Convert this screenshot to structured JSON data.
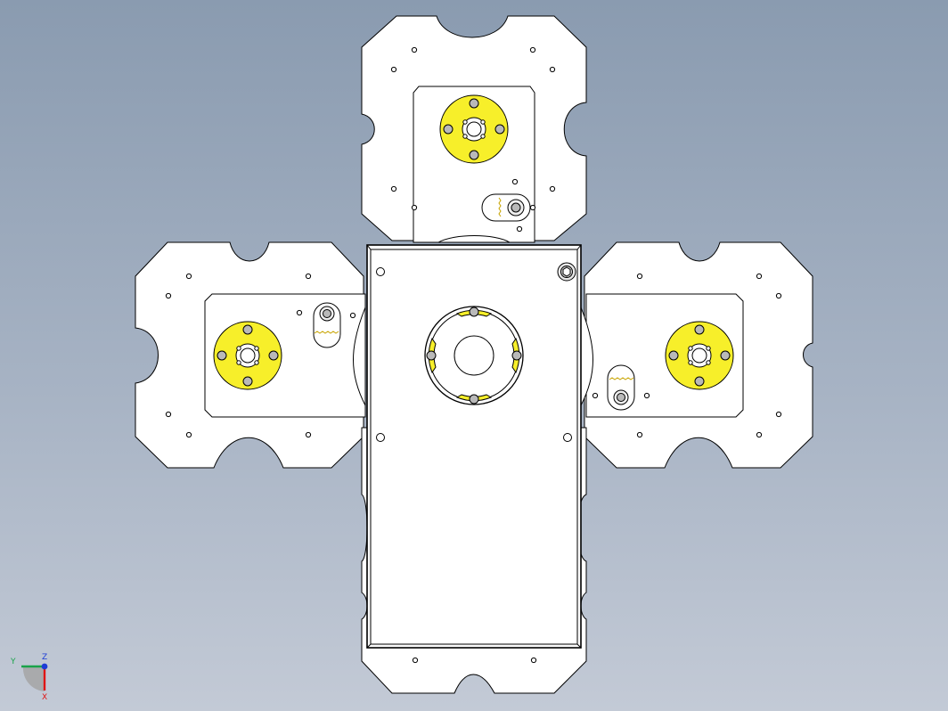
{
  "viewport": {
    "background_top": "#8a9bb0",
    "background_bottom": "#c3cad6"
  },
  "colors": {
    "part_fill": "#ffffff",
    "edge": "#000000",
    "hub_yellow": "#f7ef2a",
    "screw_gray": "#b9b9b9"
  },
  "triad": {
    "y_label": "Y",
    "z_label": "Z",
    "x_label": "X",
    "y_color": "#1aa34a",
    "z_color": "#1c3cd6",
    "x_color": "#e01515"
  }
}
